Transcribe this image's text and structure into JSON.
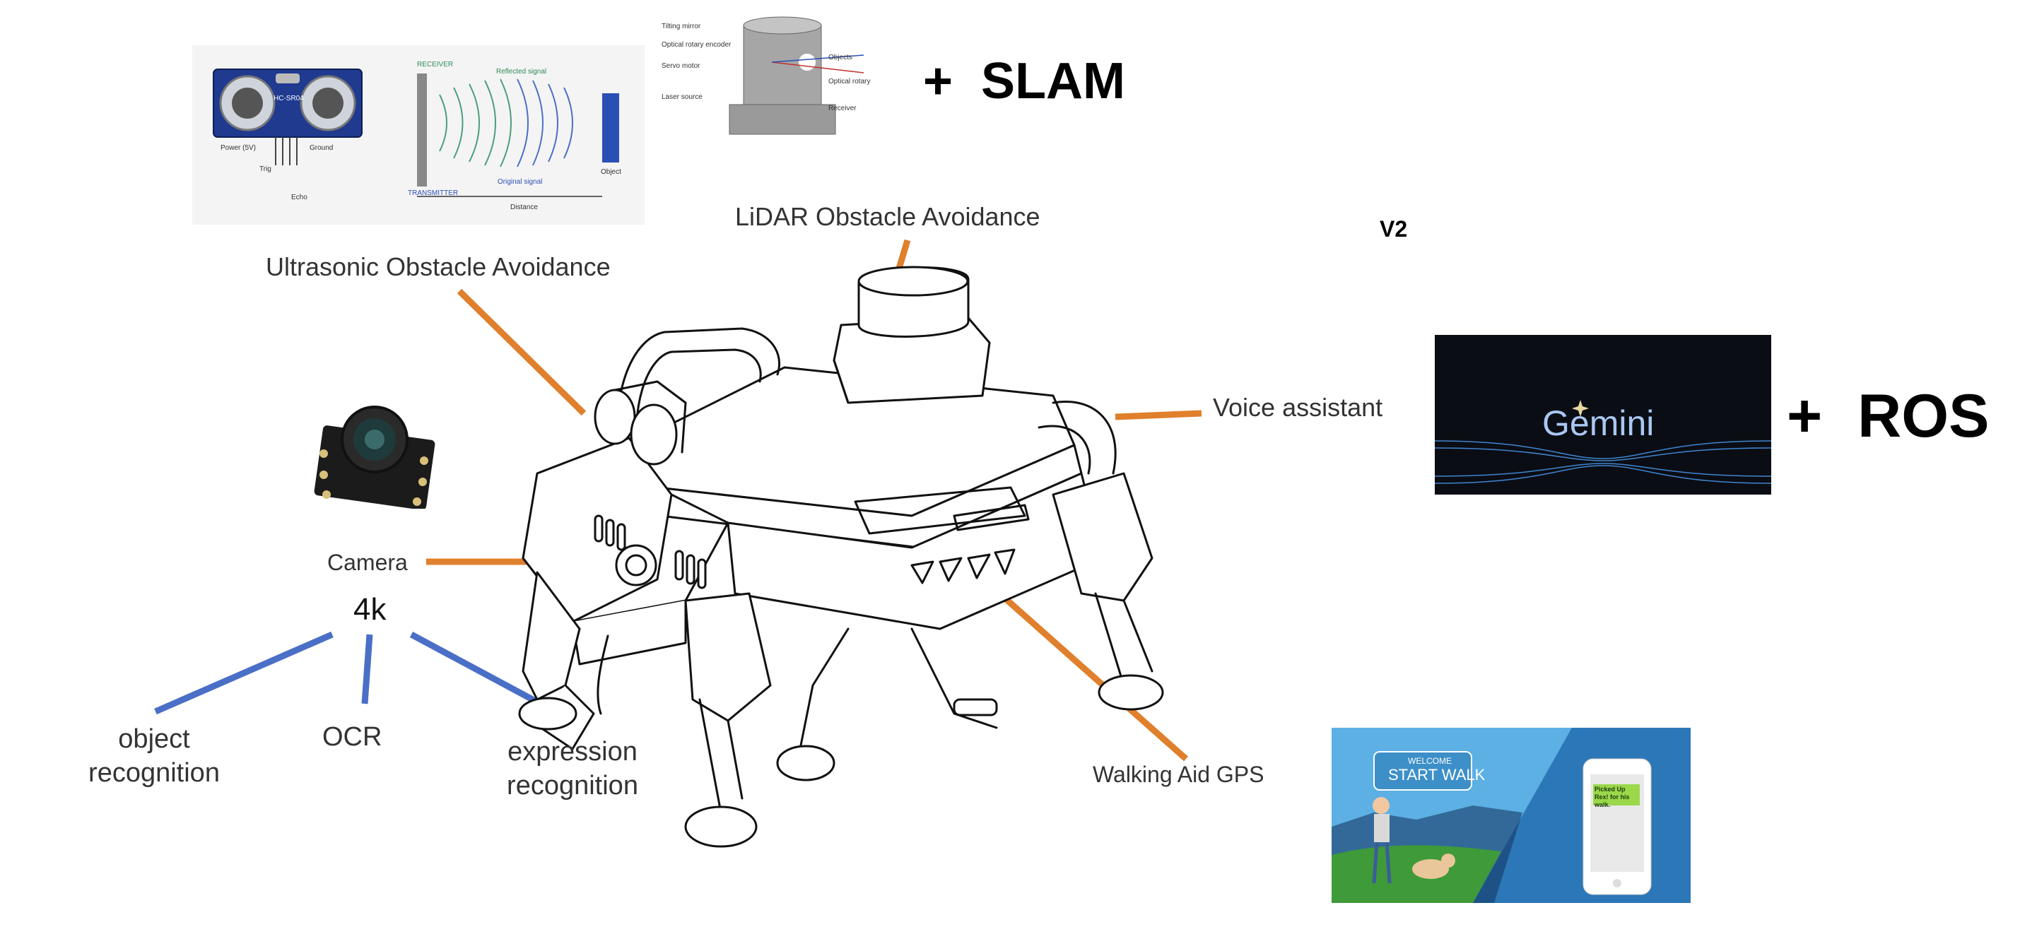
{
  "labels": {
    "ultrasonic": "Ultrasonic Obstacle Avoidance",
    "lidar": "LiDAR Obstacle Avoidance",
    "voice": "Voice assistant",
    "camera": "Camera",
    "resolution": "4k",
    "object": "object recognition",
    "ocr": "OCR",
    "expression": "expression recognition",
    "gps": "Walking Aid GPS",
    "version": "V2",
    "slam": "+ SLAM",
    "ros": "+ ROS"
  },
  "ultrasonic_diagram": {
    "sensor": "HC-SR04",
    "receiver": "RECEIVER",
    "reflected": "Reflected signal",
    "transmitter": "TRANSMITTER",
    "original": "Original signal",
    "distance": "Distance",
    "object": "Object",
    "power": "Power (5V)",
    "ground": "Ground",
    "trig": "Trig",
    "echo": "Echo"
  },
  "lidar_diagram": {
    "tilting_mirror": "Tilting mirror",
    "optical_encoder": "Optical rotary encoder",
    "servo": "Servo motor",
    "laser": "Laser source",
    "objects": "Objects",
    "optical_encoder_2": "Optical rotary encoder",
    "receiver": "Receiver"
  },
  "gemini": {
    "wordmark": "Gemini"
  },
  "walk_app": {
    "small": "WELCOME",
    "button": "START WALK",
    "message": "Picked Up Rex! for his walk."
  },
  "colors": {
    "orange": "#e07f2c",
    "blue": "#4a6fc7",
    "gemini_bg": "#0b0d14",
    "walk_bg": "#2c77b7"
  }
}
